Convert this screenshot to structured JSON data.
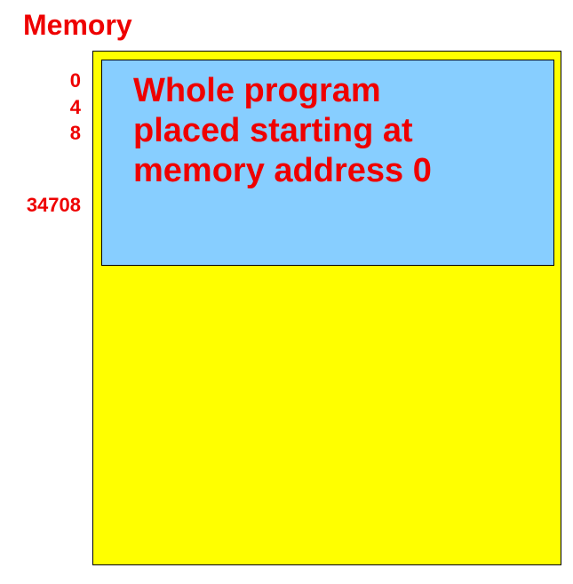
{
  "title": "Memory",
  "addresses": [
    "0",
    "4",
    "8",
    "34708"
  ],
  "program_block": {
    "lines": [
      "Whole program",
      "placed starting at",
      "memory address 0"
    ]
  },
  "colors": {
    "text": "#ee0000",
    "memory": "#ffff00",
    "program": "#87ceff",
    "border": "#000000"
  }
}
